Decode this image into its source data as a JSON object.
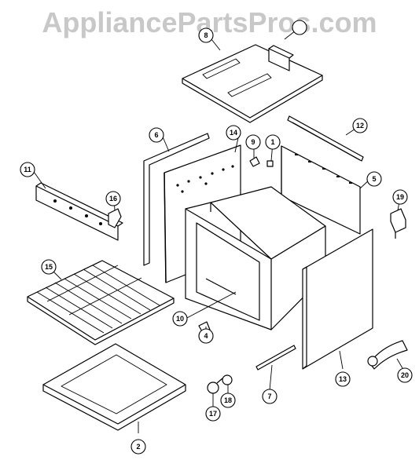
{
  "watermark": "AppliancePartsPros.com",
  "callouts": [
    {
      "id": "c1",
      "label": "1"
    },
    {
      "id": "c2",
      "label": "2"
    },
    {
      "id": "c4",
      "label": "4"
    },
    {
      "id": "c5",
      "label": "5"
    },
    {
      "id": "c6",
      "label": "6"
    },
    {
      "id": "c7",
      "label": "7"
    },
    {
      "id": "c8",
      "label": "8"
    },
    {
      "id": "c9",
      "label": "9"
    },
    {
      "id": "c10",
      "label": "10"
    },
    {
      "id": "c11",
      "label": "11"
    },
    {
      "id": "c12",
      "label": "12"
    },
    {
      "id": "c13",
      "label": "13"
    },
    {
      "id": "c14",
      "label": "14"
    },
    {
      "id": "c15",
      "label": "15"
    },
    {
      "id": "c16",
      "label": "16"
    },
    {
      "id": "c17",
      "label": "17"
    },
    {
      "id": "c18",
      "label": "18"
    },
    {
      "id": "c19",
      "label": "19"
    },
    {
      "id": "c20",
      "label": "20"
    }
  ],
  "colors": {
    "line": "#000000",
    "watermark": "#c8c8c8"
  }
}
